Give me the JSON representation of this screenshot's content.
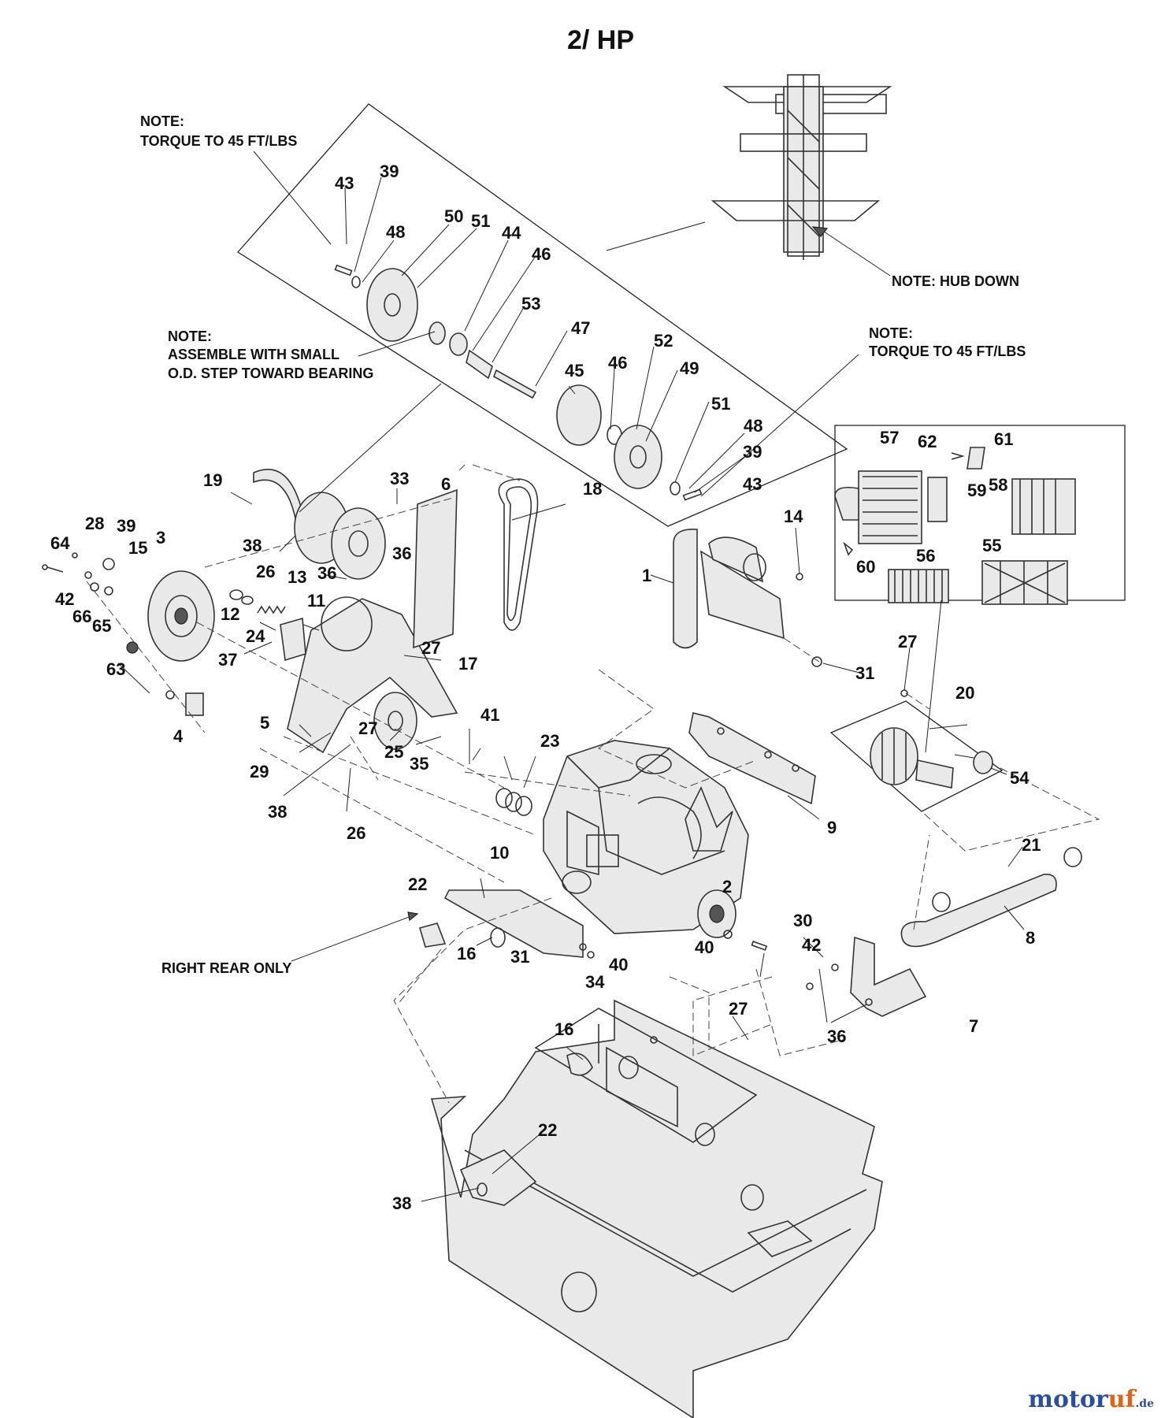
{
  "header": {
    "title": "2/ HP"
  },
  "notes": {
    "torque_top": [
      "NOTE:",
      "TORQUE TO 45 FT/LBS"
    ],
    "hub_down": "NOTE: HUB DOWN",
    "assemble": [
      "NOTE:",
      "ASSEMBLE WITH SMALL",
      "O.D. STEP TOWARD BEARING"
    ],
    "torque_right": [
      "NOTE:",
      "TORQUE TO 45 FT/LBS"
    ],
    "right_rear": "RIGHT REAR ONLY"
  },
  "callouts": {
    "c1": "1",
    "c2": "2",
    "c3": "3",
    "c4": "4",
    "c5": "5",
    "c6": "6",
    "c7": "7",
    "c8": "8",
    "c9": "9",
    "c10": "10",
    "c11": "11",
    "c12": "12",
    "c13": "13",
    "c14": "14",
    "c15": "15",
    "c16a": "16",
    "c16b": "16",
    "c17": "17",
    "c18": "18",
    "c19": "19",
    "c20": "20",
    "c21": "21",
    "c22a": "22",
    "c22b": "22",
    "c23": "23",
    "c24": "24",
    "c25": "25",
    "c26a": "26",
    "c26b": "26",
    "c27a": "27",
    "c27b": "27",
    "c27c": "27",
    "c27d": "27",
    "c28": "28",
    "c29": "29",
    "c30": "30",
    "c31a": "31",
    "c31b": "31",
    "c33": "33",
    "c34": "34",
    "c35": "35",
    "c36a": "36",
    "c36b": "36",
    "c36c": "36",
    "c37": "37",
    "c38a": "38",
    "c38b": "38",
    "c38c": "38",
    "c39a": "39",
    "c39b": "39",
    "c39c": "39",
    "c40a": "40",
    "c40b": "40",
    "c41": "41",
    "c42a": "42",
    "c42b": "42",
    "c43a": "43",
    "c43b": "43",
    "c44": "44",
    "c45": "45",
    "c46a": "46",
    "c46b": "46",
    "c47": "47",
    "c48a": "48",
    "c48b": "48",
    "c49": "49",
    "c50": "50",
    "c51a": "51",
    "c51b": "51",
    "c52": "52",
    "c53": "53",
    "c54": "54",
    "c55": "55",
    "c56": "56",
    "c57": "57",
    "c58": "58",
    "c59": "59",
    "c60": "60",
    "c61": "61",
    "c62": "62",
    "c63": "63",
    "c64": "64",
    "c65": "65",
    "c66": "66"
  },
  "watermark": {
    "brand_a": "motor",
    "brand_b": "uf",
    "tld": ".de"
  }
}
